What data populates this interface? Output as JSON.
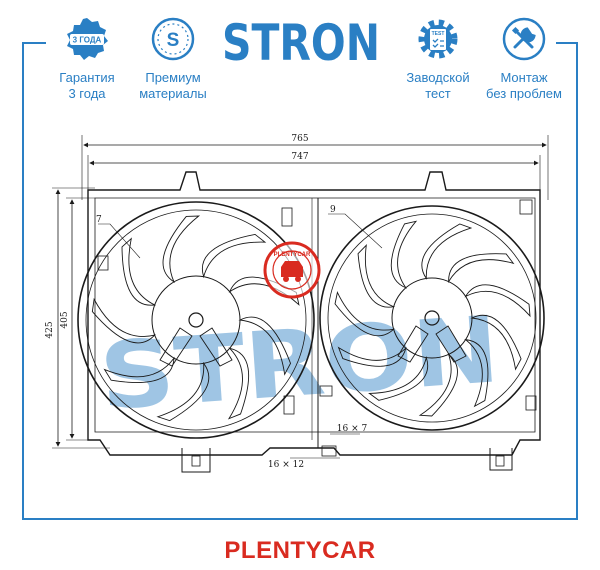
{
  "header": {
    "brand": "STRON",
    "features": [
      {
        "id": "warranty",
        "icon": "warranty-badge-icon",
        "badge": "3 ГОДА",
        "line1": "Гарантия",
        "line2": "3 года"
      },
      {
        "id": "premium",
        "icon": "premium-s-icon",
        "badge": "S",
        "line1": "Премиум",
        "line2": "материалы"
      },
      {
        "id": "factory",
        "icon": "gear-test-icon",
        "badge": "TEST",
        "line1": "Заводской",
        "line2": "тест"
      },
      {
        "id": "install",
        "icon": "tools-icon",
        "badge": "",
        "line1": "Монтаж",
        "line2": "без проблем"
      }
    ]
  },
  "drawing": {
    "dims": {
      "overall_width": "765",
      "inner_width": "747",
      "overall_height": "425",
      "inner_height": "405",
      "slot_a": "16 × 12",
      "slot_b": "16 × 7"
    },
    "callouts": {
      "left_fan": "7",
      "right_fan": "9"
    },
    "watermark": "STRON",
    "stamp": "PLENTYCAR"
  },
  "footer": {
    "brand": "PLENTYCAR"
  },
  "colors": {
    "accent": "#2a7fc4",
    "stamp": "#d92b20",
    "line": "#1a1a1a"
  }
}
